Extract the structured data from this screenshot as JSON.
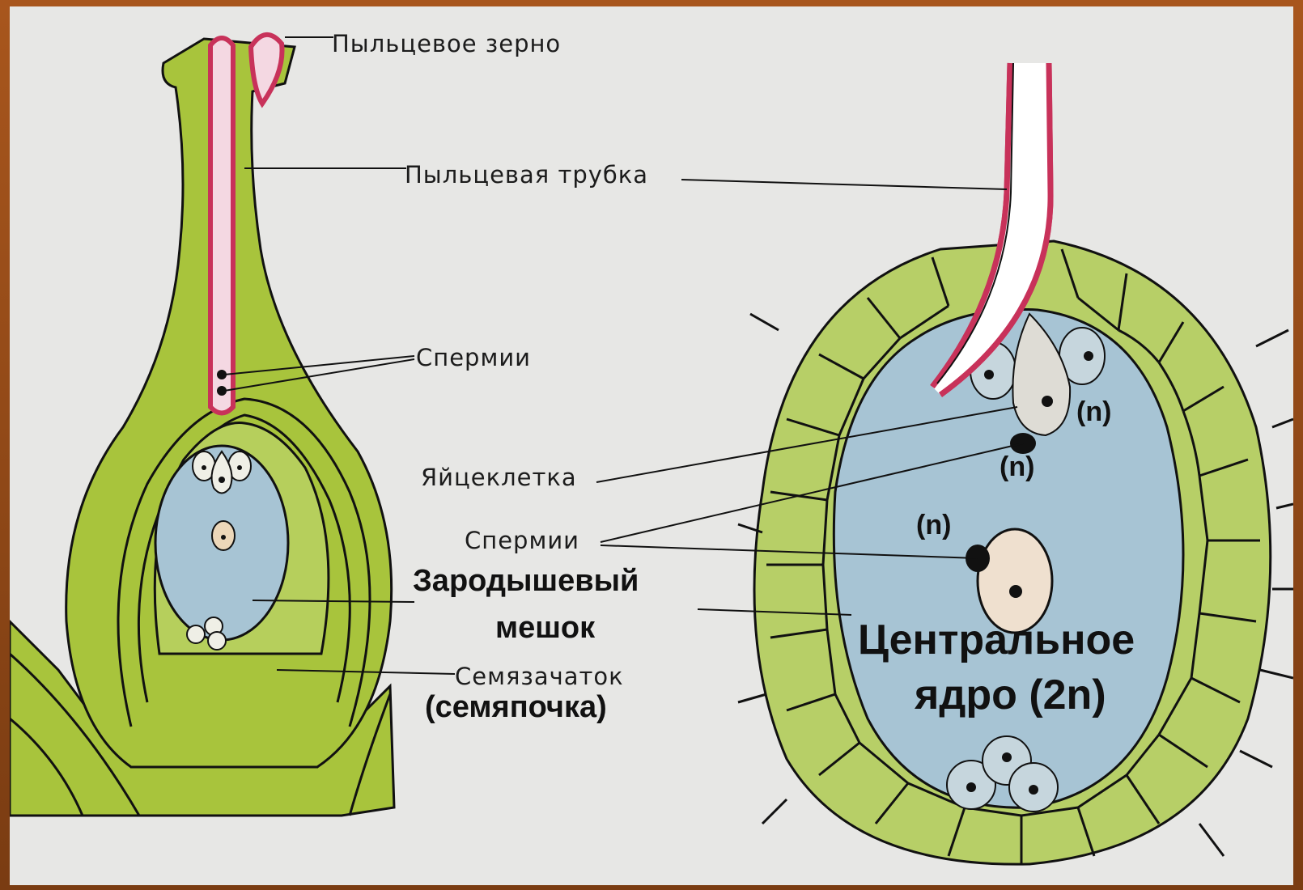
{
  "labels": {
    "pollen_grain": "Пыльцевое зерно",
    "pollen_tube": "Пыльцевая трубка",
    "sperm_top": "Спермии",
    "egg_cell": "Яйцеклетка",
    "sperm_bottom": "Спермии",
    "embryo_sac_line1": "Зародышевый",
    "embryo_sac_line2": "мешок",
    "ovule_line1": "Семязачаток",
    "ovule_line2": "(семяпочка)",
    "central_nucleus_line1": "Центральное",
    "central_nucleus_line2": "ядро (2n)",
    "ploidy_egg": "(n)",
    "ploidy_sperm1": "(n)",
    "ploidy_sperm2": "(n)"
  },
  "colors": {
    "tissue_green": "#a8c43c",
    "tissue_light": "#c9d98a",
    "sac_blue": "#a7c4d4",
    "pollen_tube_pink": "#c8325a",
    "frame_brown": "#8a4416"
  }
}
